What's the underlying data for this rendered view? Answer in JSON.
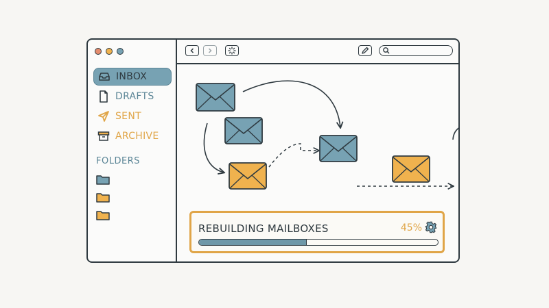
{
  "window": {
    "controls": [
      "close",
      "minimize",
      "zoom"
    ]
  },
  "sidebar": {
    "items": [
      {
        "label": "INBOX",
        "icon": "inbox-icon",
        "color": "#2f3a40",
        "active": true
      },
      {
        "label": "DRAFTS",
        "icon": "document-icon",
        "color": "#5b8596",
        "active": false
      },
      {
        "label": "SENT",
        "icon": "paper-plane-icon",
        "color": "#e0a547",
        "active": false
      },
      {
        "label": "ARCHIVE",
        "icon": "archive-box-icon",
        "color": "#e0a547",
        "active": false
      }
    ],
    "folders_label": "FOLDERS",
    "folders": [
      {
        "icon": "folder-icon",
        "color": "#6f98a8"
      },
      {
        "icon": "folder-icon",
        "color": "#e0a547"
      },
      {
        "icon": "folder-icon",
        "color": "#e0a547"
      }
    ]
  },
  "toolbar": {
    "back_icon": "chevron-left-icon",
    "forward_icon": "chevron-right-icon",
    "refresh_icon": "loading-icon",
    "compose_icon": "pencil-icon",
    "search": {
      "icon": "search-icon",
      "placeholder": "",
      "value": ""
    }
  },
  "diagram": {
    "description_colors": {
      "blue": "#77a2b3",
      "orange": "#f0b24e",
      "stroke": "#2f3a40"
    }
  },
  "progress": {
    "title": "REBUILDING MAILBOXES",
    "percent_label": "45%",
    "percent": 45,
    "icon": "gear-icon",
    "accent": "#e0a547"
  }
}
